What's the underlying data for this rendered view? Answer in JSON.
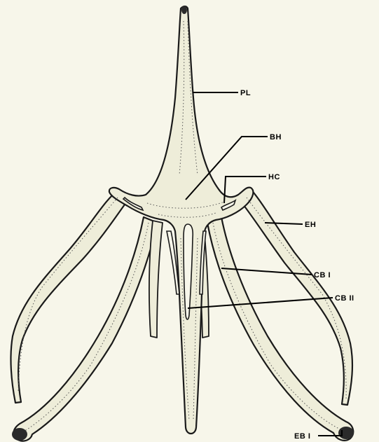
{
  "labels": {
    "pl": "PL",
    "bh": "BH",
    "hc": "HC",
    "eh": "EH",
    "cb1": "CB I",
    "cb2": "CB II",
    "eb1": "EB I"
  }
}
